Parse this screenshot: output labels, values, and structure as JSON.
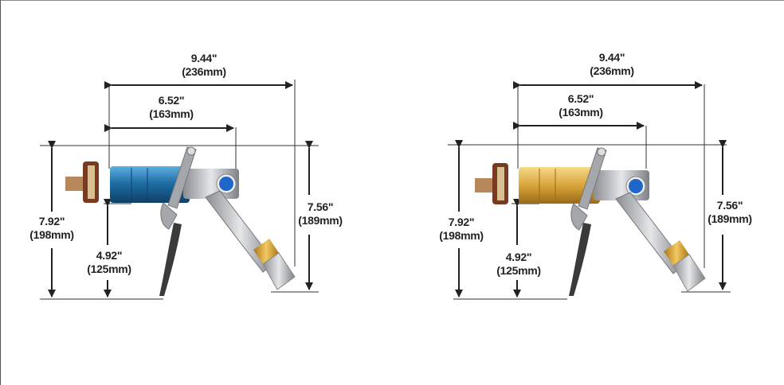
{
  "diagrams": [
    {
      "variant": "blue",
      "body_color": "#1f6fa8",
      "body_highlight": "#5fb0e0",
      "dimensions": {
        "overall_length": {
          "inches": "9.44\"",
          "mm": "(236mm)"
        },
        "body_length": {
          "inches": "6.52\"",
          "mm": "(163mm)"
        },
        "overall_height": {
          "inches": "7.92\"",
          "mm": "(198mm)"
        },
        "inlet_height": {
          "inches": "4.92\"",
          "mm": "(125mm)"
        },
        "outlet_height": {
          "inches": "7.56\"",
          "mm": "(189mm)"
        }
      }
    },
    {
      "variant": "brass",
      "body_color": "#d9a53a",
      "body_highlight": "#f6d98a",
      "dimensions": {
        "overall_length": {
          "inches": "9.44\"",
          "mm": "(236mm)"
        },
        "body_length": {
          "inches": "6.52\"",
          "mm": "(163mm)"
        },
        "overall_height": {
          "inches": "7.92\"",
          "mm": "(198mm)"
        },
        "inlet_height": {
          "inches": "4.92\"",
          "mm": "(125mm)"
        },
        "outlet_height": {
          "inches": "7.56\"",
          "mm": "(189mm)"
        }
      }
    }
  ],
  "colors": {
    "dimension_line": "#222222",
    "steel": "#b9bcc0",
    "steel_dark": "#7d8085",
    "knob_blue": "#1f66c9",
    "brass_ring": "#d9a22e",
    "hose": "#3a3a3a",
    "connector": "#7a3a22"
  }
}
